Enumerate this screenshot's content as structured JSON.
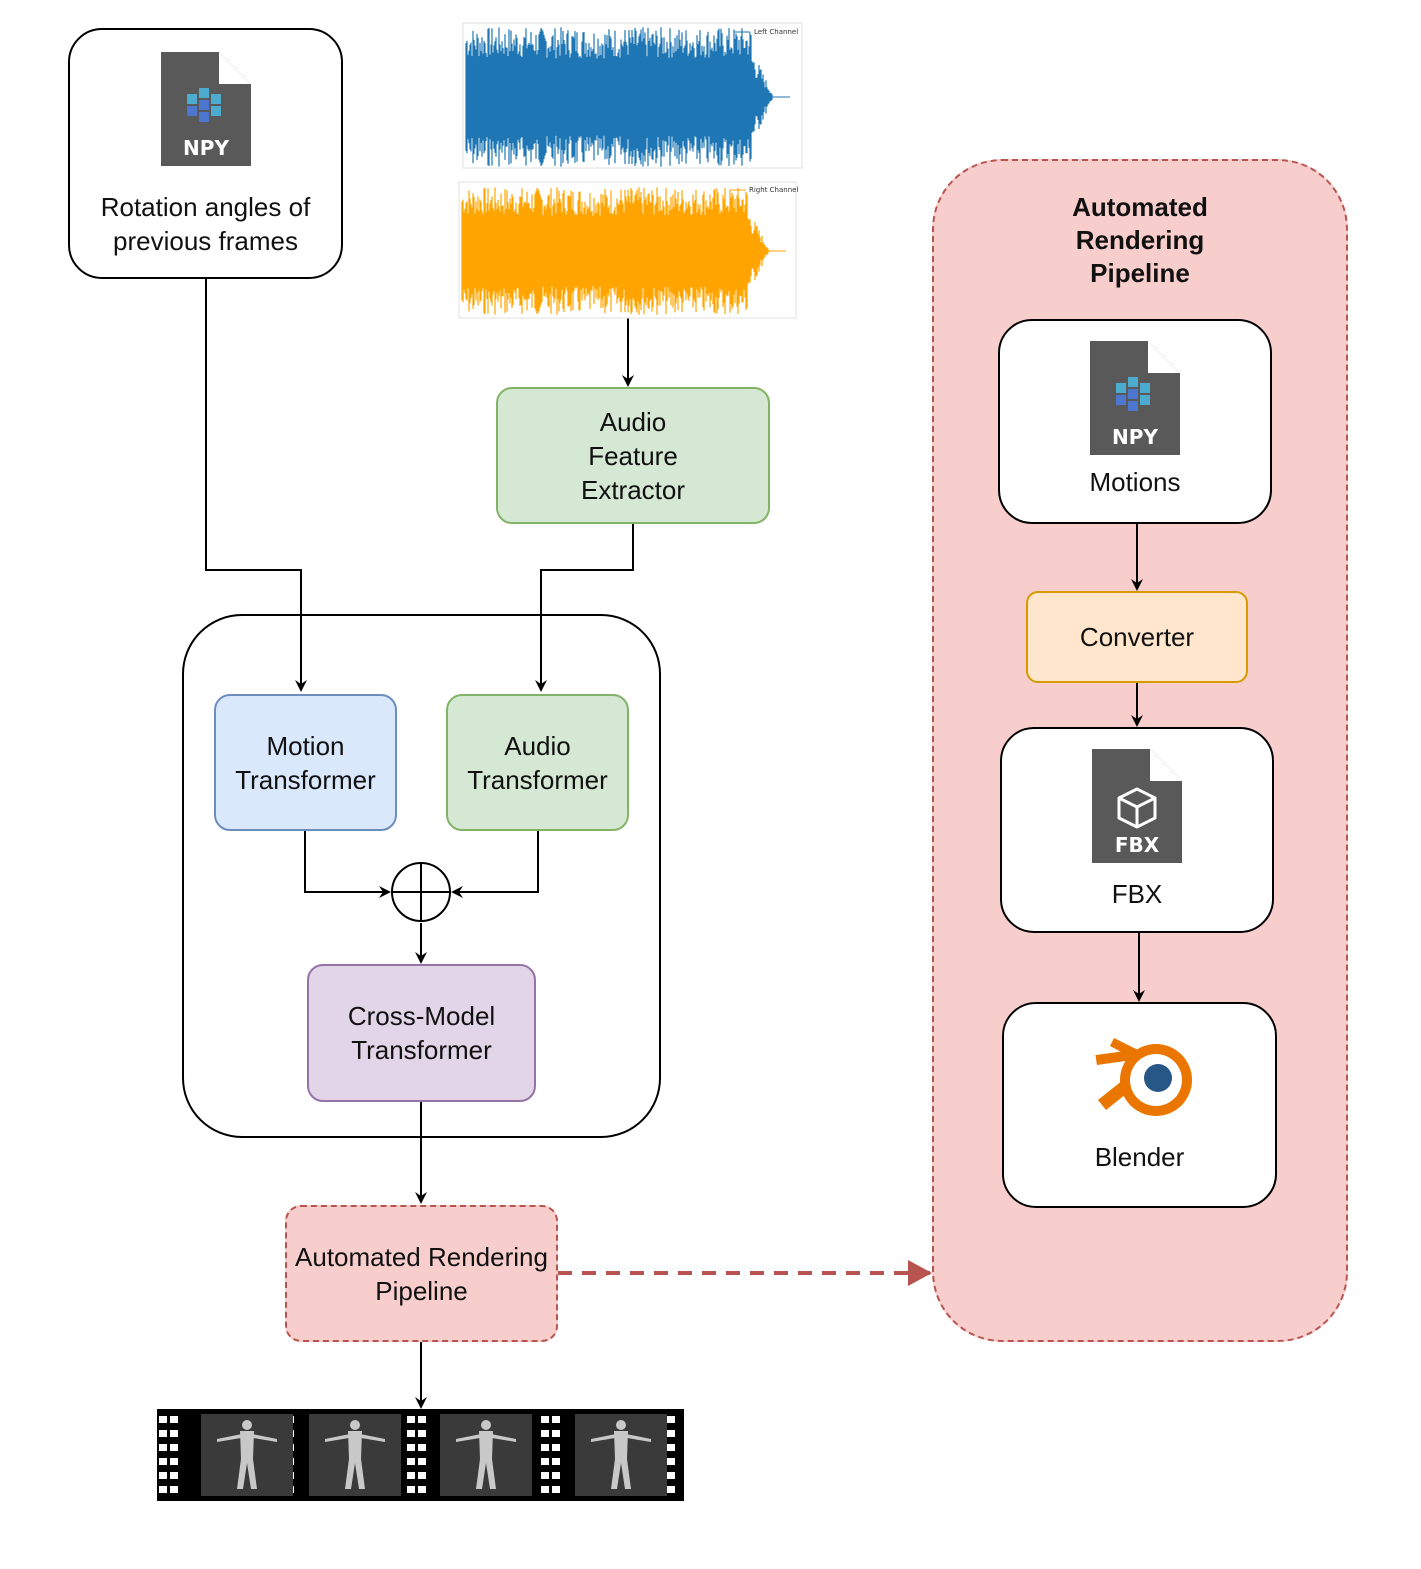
{
  "npy_input": {
    "file_badge": "NPY",
    "label": "Rotation angles of\nprevious frames"
  },
  "waveforms": {
    "left": {
      "legend": "Left Channel",
      "color": "#1f77b4"
    },
    "right": {
      "legend": "Right Channel",
      "color": "#ffa500"
    }
  },
  "audio_feature_extractor": {
    "label": "Audio\nFeature\nExtractor"
  },
  "motion_transformer": {
    "label": "Motion\nTransformer"
  },
  "audio_transformer": {
    "label": "Audio\nTransformer"
  },
  "cross_model_transformer": {
    "label": "Cross-Model\nTransformer"
  },
  "rendering_node": {
    "label": "Automated Rendering\nPipeline"
  },
  "pipeline_panel": {
    "title": "Automated\nRendering\nPipeline",
    "motions": {
      "file_badge": "NPY",
      "label": "Motions"
    },
    "converter": {
      "label": "Converter"
    },
    "fbx": {
      "file_badge": "FBX",
      "label": "FBX"
    },
    "blender": {
      "label": "Blender"
    }
  }
}
